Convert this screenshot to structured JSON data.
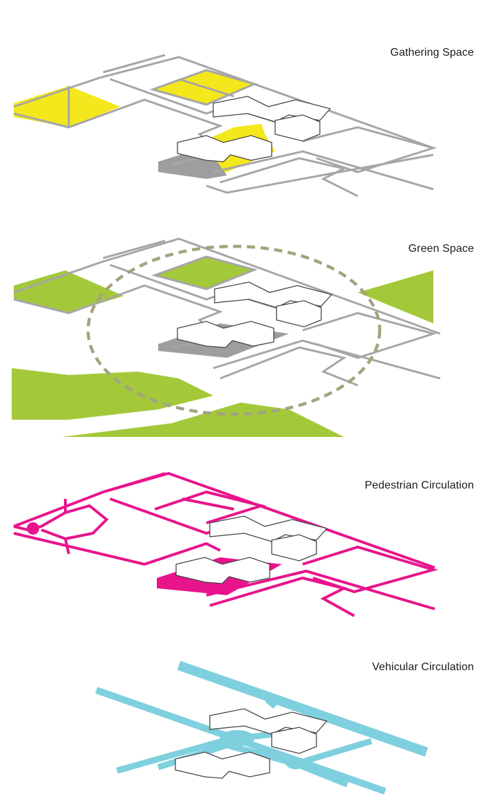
{
  "panels": [
    {
      "title": "Gathering Space",
      "accent": "#f2e81c",
      "theme": "gathering"
    },
    {
      "title": "Green Space",
      "accent": "#a3c93a",
      "theme": "green"
    },
    {
      "title": "Pedestrian Circulation",
      "accent": "#e8148c",
      "theme": "pedestrian"
    },
    {
      "title": "Vehicular Circulation",
      "accent": "#7fd0de",
      "theme": "vehicular"
    }
  ],
  "colors": {
    "outline_gray": "#a6a6a6",
    "plaza_gray": "#9e9e9e",
    "dashed_ring": "#a2a47e",
    "building_fill": "#ffffff",
    "building_stroke": "#444444"
  }
}
